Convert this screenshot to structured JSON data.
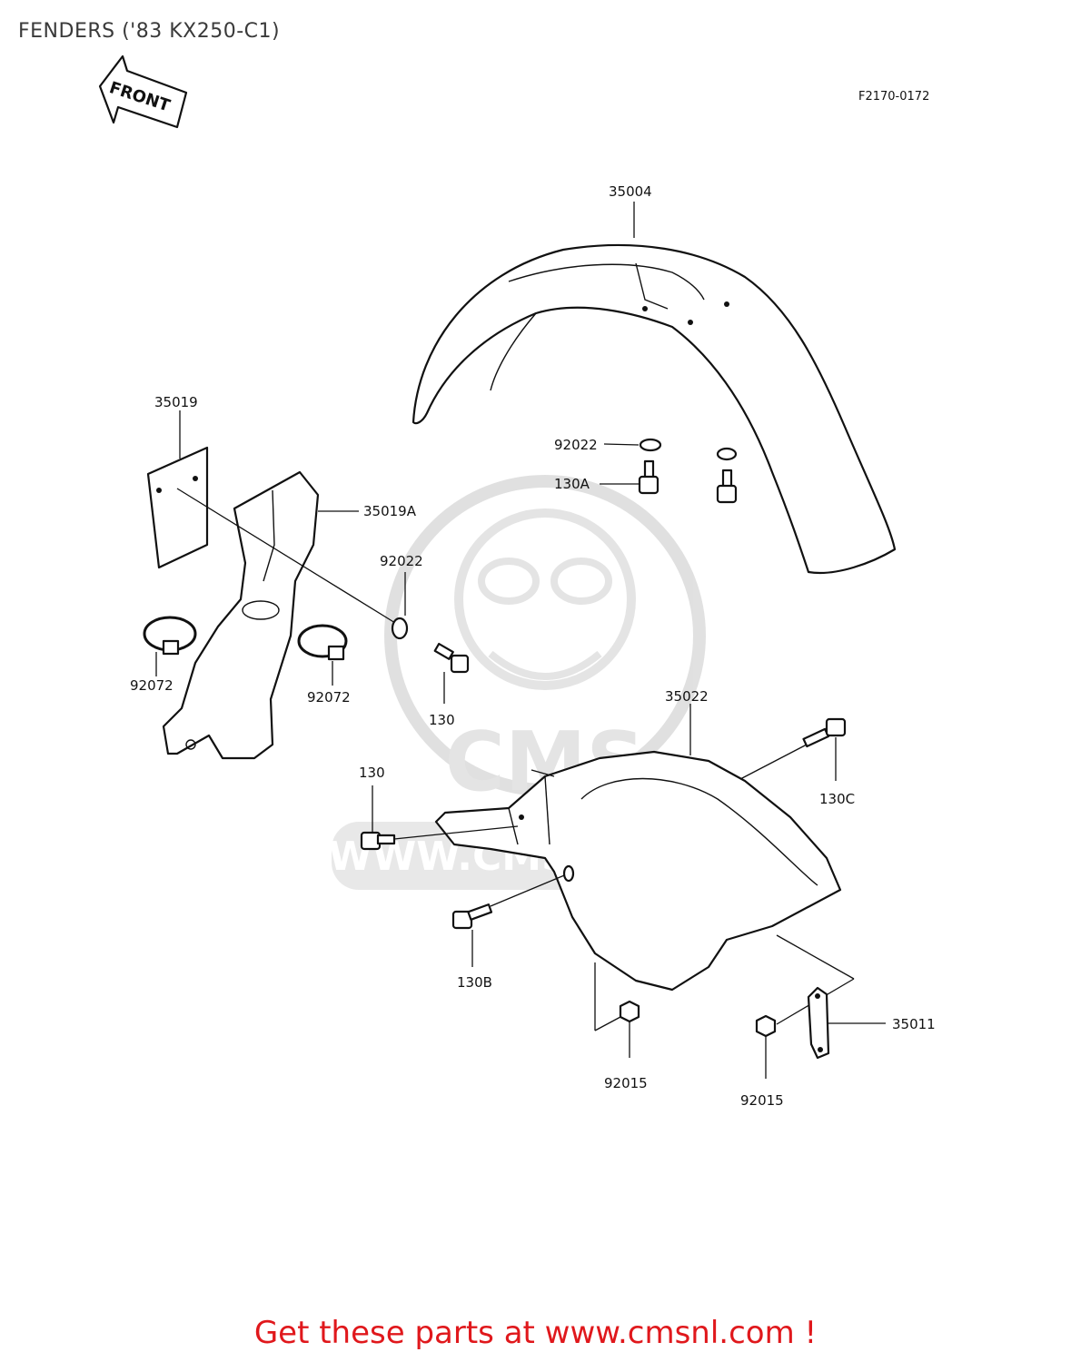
{
  "title": "FENDERS ('83 KX250-C1)",
  "figure_code": "F2170-0172",
  "front_arrow_label": "FRONT",
  "watermark": {
    "text": "WWW.CMSNL.COM",
    "logo": "CMS"
  },
  "footer": "Get these parts at www.cmsnl.com !",
  "part_labels": {
    "p35004": "35004",
    "p92022_top": "92022",
    "p130A": "130A",
    "p35019": "35019",
    "p35019A": "35019A",
    "p92022_mid": "92022",
    "p92072_left": "92072",
    "p92072_mid": "92072",
    "p130_mid": "130",
    "p35022": "35022",
    "p130C": "130C",
    "p130_low": "130",
    "p130B": "130B",
    "p92015_left": "92015",
    "p92015_right": "92015",
    "p35011": "35011"
  }
}
